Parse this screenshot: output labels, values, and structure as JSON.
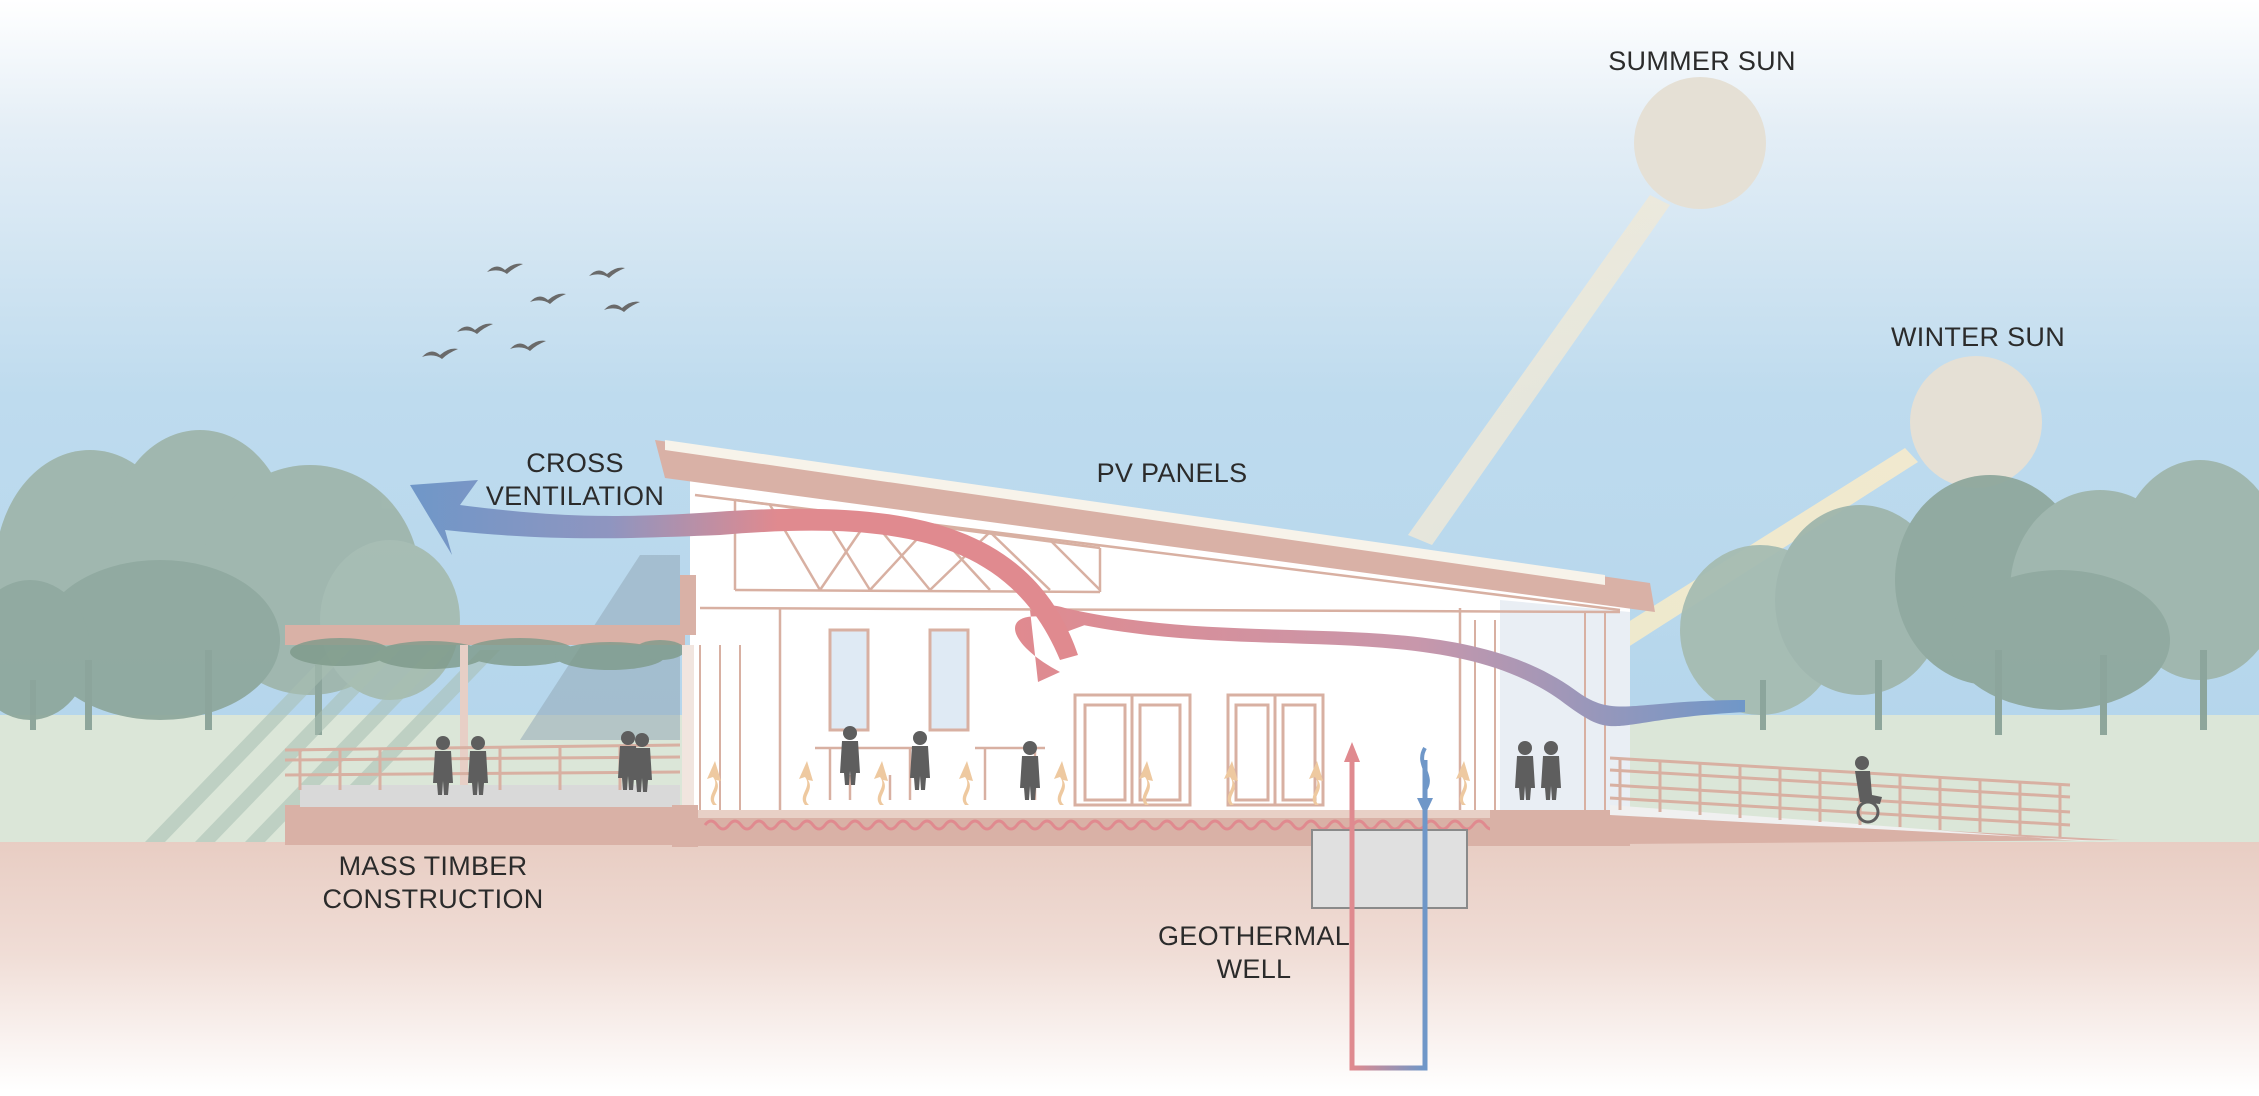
{
  "labels": {
    "summer_sun": "SUMMER SUN",
    "winter_sun": "WINTER SUN",
    "cross_ventilation_line1": "CROSS",
    "cross_ventilation_line2": "VENTILATION",
    "pv_panels": "PV PANELS",
    "mass_timber_line1": "MASS TIMBER",
    "mass_timber_line2": "CONSTRUCTION",
    "geothermal_line1": "GEOTHERMAL",
    "geothermal_line2": "WELL"
  },
  "colors": {
    "sky_top": "#ffffff",
    "sky_mid": "#d6e7f3",
    "sky_low": "#b9d9ee",
    "sun": "#e5e0d5",
    "sun_ray": "#efe9d8",
    "roof": "#d9b1a6",
    "structure_line": "#d8b0a2",
    "warm_air": "#e08a8f",
    "cool_air": "#6f97c8",
    "radiant": "#eec9a0",
    "tree": "#9cb3aa",
    "tree_dark": "#7f9a8f",
    "lawn": "#dbe6d8",
    "ground": "#ecd4cc",
    "figure": "#5e5e5e",
    "geo_box": "#e0e0e0"
  },
  "icons": [
    "bird-icon",
    "person-icon",
    "wheelchair-user-icon",
    "tree-icon"
  ]
}
